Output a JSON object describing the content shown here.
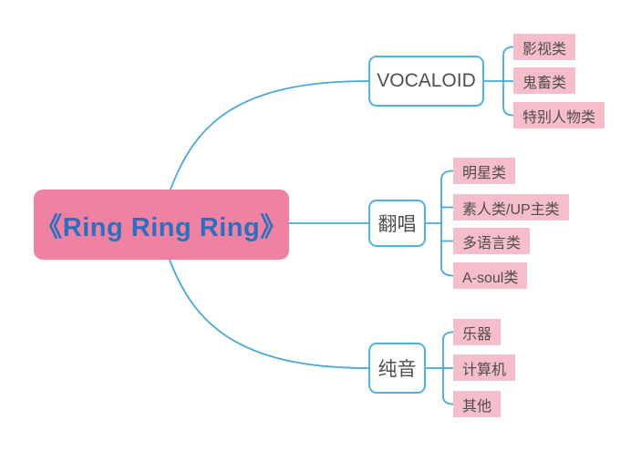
{
  "diagram": {
    "type": "mindmap",
    "root": {
      "label": "《Ring Ring Ring》"
    },
    "branches": [
      {
        "label": "VOCALOID",
        "children": [
          "影视类",
          "鬼畜类",
          "特别人物类"
        ]
      },
      {
        "label": "翻唱",
        "children": [
          "明星类",
          "素人类/UP主类",
          "多语言类",
          "A-soul类"
        ]
      },
      {
        "label": "纯音",
        "children": [
          "乐器",
          "计算机",
          "其他"
        ]
      }
    ],
    "colors": {
      "line": "#49A8D8",
      "branch_border": "#4CB3E4",
      "root_bg": "#EF82A3",
      "root_text": "#2C6FC0",
      "leaf_bg": "#F6BDCA",
      "node_text": "#4E4E4E",
      "background": "#FFFFFF"
    }
  }
}
